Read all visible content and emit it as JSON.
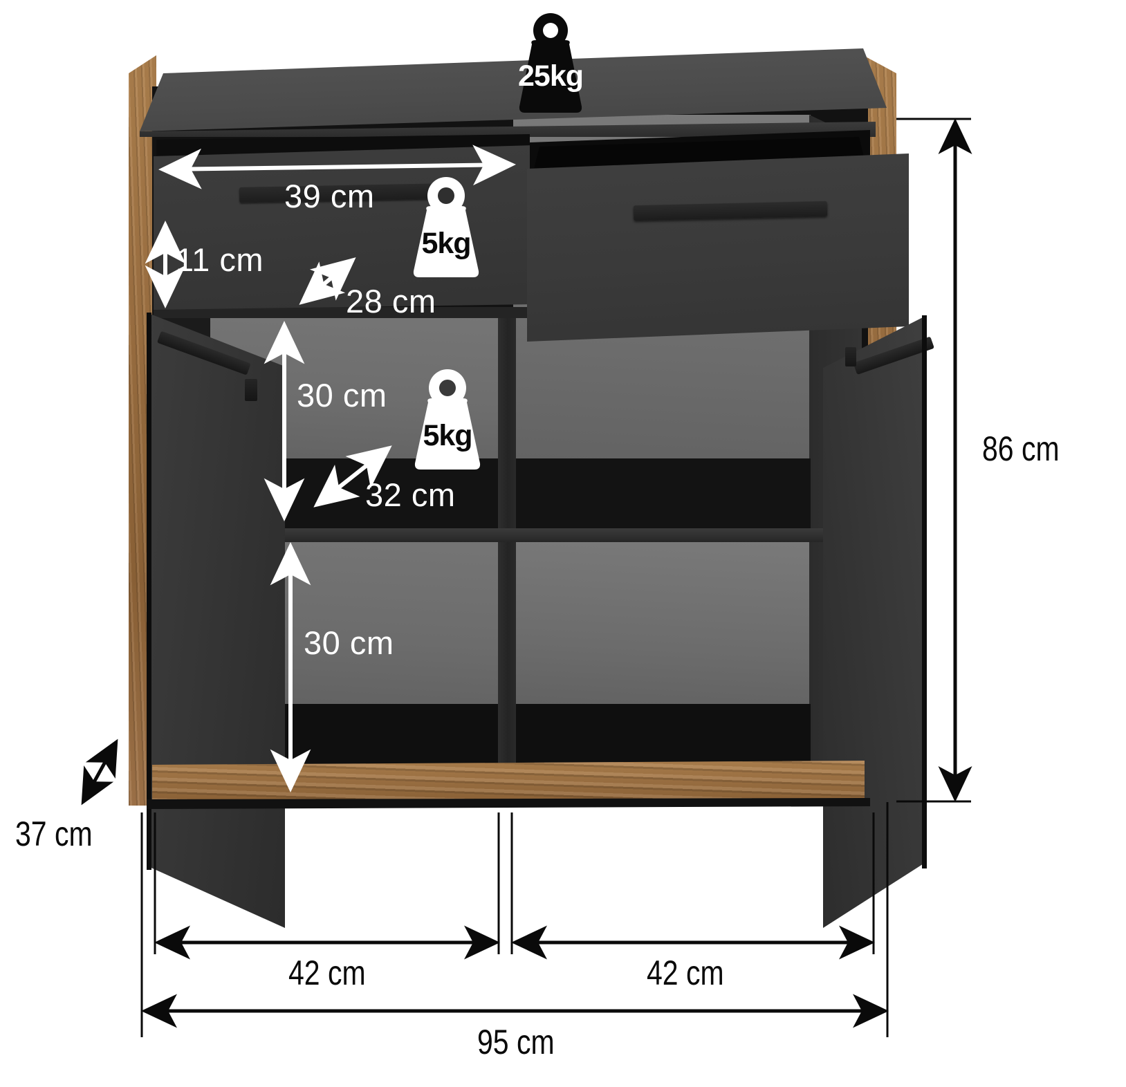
{
  "diagram": {
    "type": "furniture-dimension-diagram",
    "product": "sideboard-cabinet",
    "unit": "cm",
    "colors": {
      "body_dark": "#3a3a3a",
      "top_panel": "#4b4b4b",
      "interior_back": "#6e6e6e",
      "interior_shadow": "#1a1a1a",
      "wood": "#a0703f",
      "dimension_line_light": "#ffffff",
      "dimension_line_dark": "#0a0a0a",
      "background": "#ffffff"
    }
  },
  "weights": {
    "top": {
      "label": "25kg",
      "style": "black-on-white",
      "name": "top-load-capacity"
    },
    "shelf_upper": {
      "label": "5kg",
      "style": "white-badge",
      "name": "upper-shelf-capacity"
    },
    "shelf_middle": {
      "label": "5kg",
      "style": "white-badge",
      "name": "middle-shelf-capacity"
    }
  },
  "dimensions": {
    "interior_width": {
      "value": "39 cm",
      "orientation": "horizontal",
      "color": "white"
    },
    "drawer_height": {
      "value": "11 cm",
      "orientation": "vertical",
      "color": "white"
    },
    "drawer_depth": {
      "value": "28 cm",
      "orientation": "diagonal",
      "color": "white"
    },
    "shelf_height_upper": {
      "value": "30 cm",
      "orientation": "vertical",
      "color": "white"
    },
    "shelf_depth": {
      "value": "32 cm",
      "orientation": "diagonal",
      "color": "white"
    },
    "shelf_height_lower": {
      "value": "30 cm",
      "orientation": "vertical",
      "color": "white"
    },
    "total_height": {
      "value": "86 cm",
      "orientation": "vertical",
      "color": "black"
    },
    "total_depth": {
      "value": "37 cm",
      "orientation": "diagonal",
      "color": "black"
    },
    "door_width_left": {
      "value": "42 cm",
      "orientation": "horizontal",
      "color": "black"
    },
    "door_width_right": {
      "value": "42 cm",
      "orientation": "horizontal",
      "color": "black"
    },
    "total_width": {
      "value": "95 cm",
      "orientation": "horizontal",
      "color": "black"
    }
  }
}
